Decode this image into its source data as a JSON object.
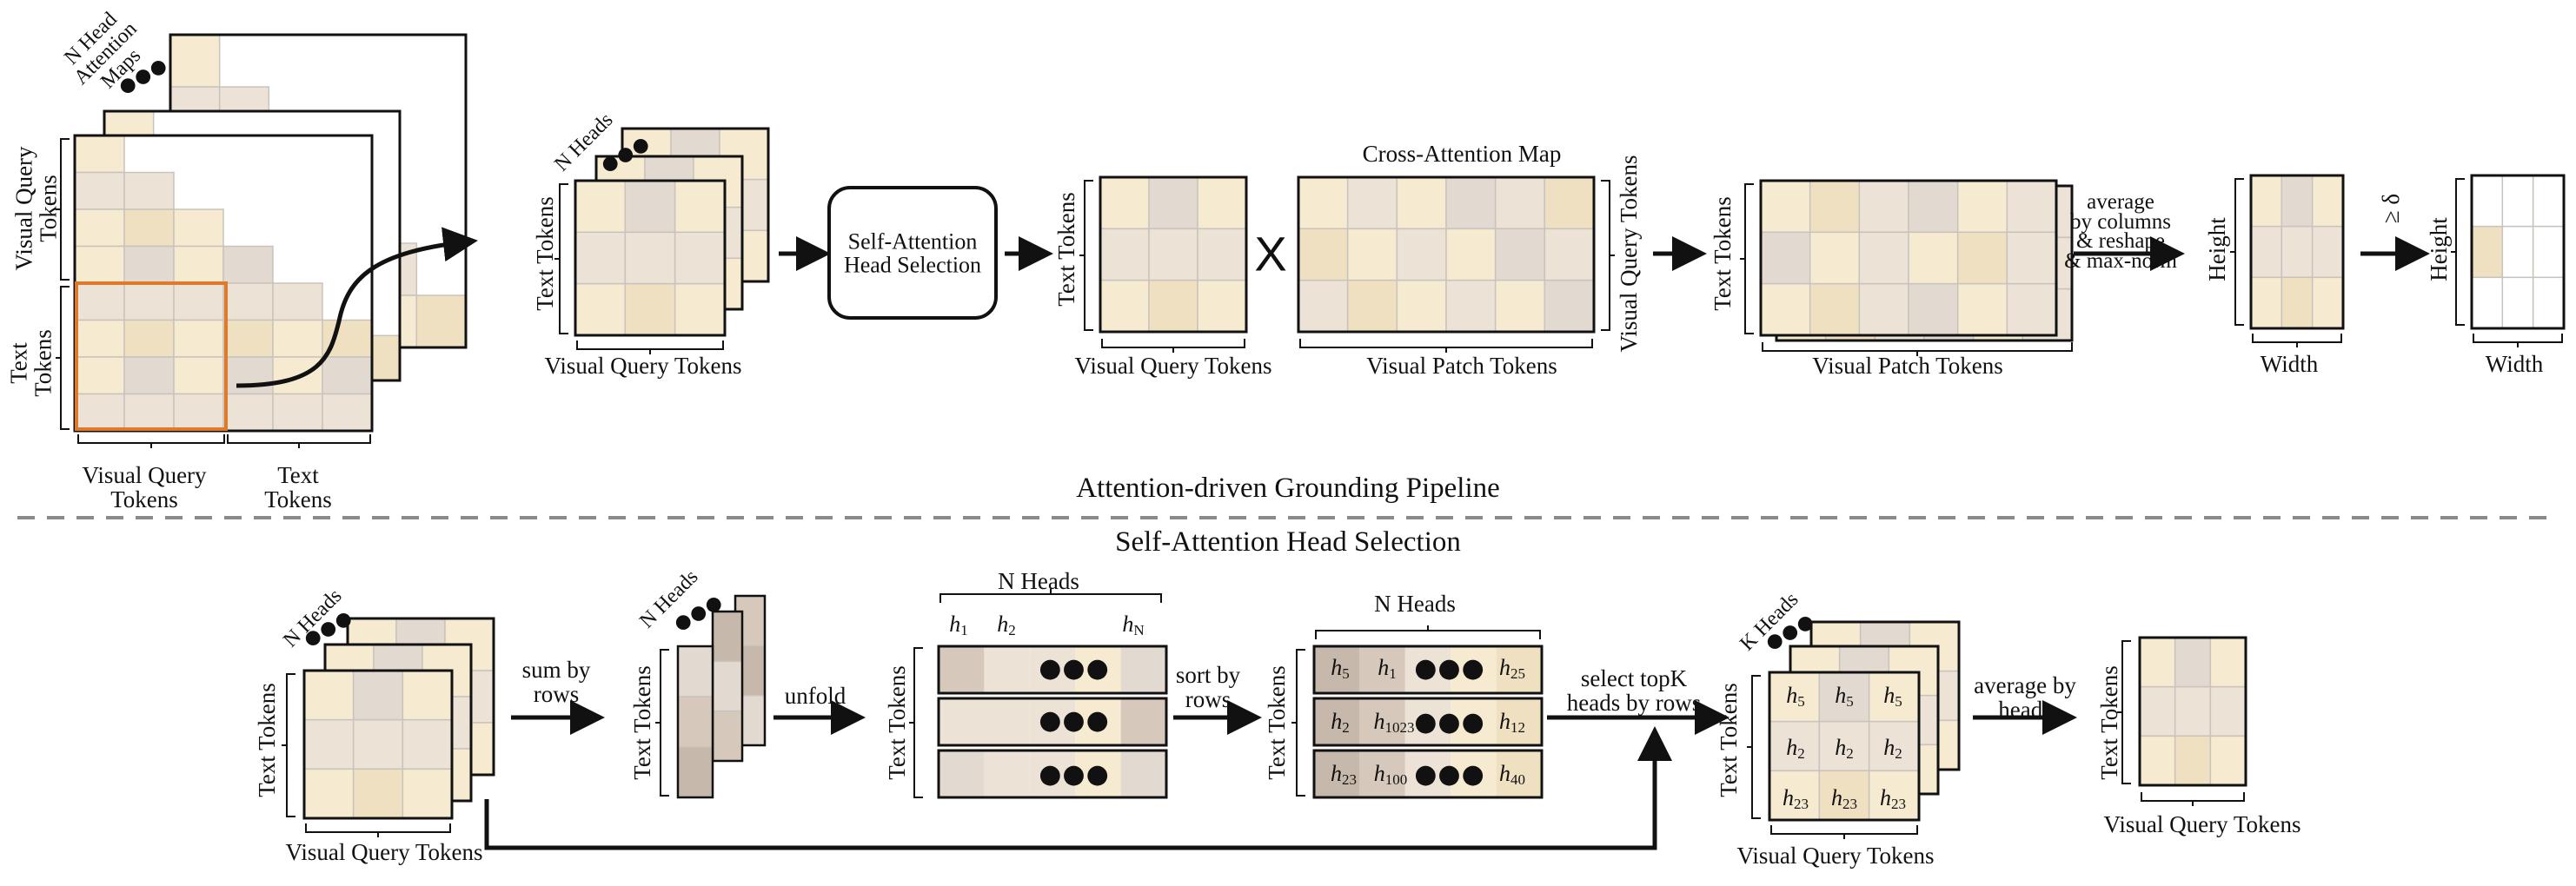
{
  "colors": {
    "cream": "#f6ead0",
    "sand": "#efe0c1",
    "light": "#ece2d6",
    "grey": "#e2dad1",
    "taupe": "#d6c9bc",
    "dark": "#c6b8aa",
    "orange": "#e07a2b",
    "grid": "#c8c3bc",
    "ink": "#111111",
    "dash": "#8a8a8a"
  },
  "top": {
    "n_head_attention_maps": "N Head\nAttention\nMaps",
    "visual_query_tokens_v": "Visual Query\nTokens",
    "text_tokens_v": "Text\nTokens",
    "visual_query_tokens_b": "Visual Query\nTokens",
    "text_tokens_b": "Text\nTokens",
    "n_heads": "N Heads",
    "text_tokens_1": "Text Tokens",
    "visual_query_tokens_1": "Visual Query Tokens",
    "head_selection_box": "Self-Attention\nHead Selection",
    "text_tokens_2": "Text Tokens",
    "visual_query_tokens_2": "Visual Query Tokens",
    "times": "X",
    "cross_attention_map": "Cross-Attention Map",
    "visual_query_tokens_3": "Visual Query Tokens",
    "visual_patch_tokens_1": "Visual Patch Tokens",
    "text_tokens_3": "Text Tokens",
    "visual_patch_tokens_2": "Visual Patch Tokens",
    "average_label": "average\nby columns\n& reshape\n& max-norm",
    "height_1": "Height",
    "width_1": "Width",
    "threshold": "≥ δ",
    "height_2": "Height",
    "width_2": "Width"
  },
  "pipeline_title": "Attention-driven Grounding Pipeline",
  "bottom": {
    "title": "Self-Attention Head Selection",
    "n_heads_1": "N Heads",
    "text_tokens_1": "Text Tokens",
    "visual_query_tokens_1": "Visual Query Tokens",
    "sum_by_rows": "sum by\nrows",
    "n_heads_2": "N Heads",
    "text_tokens_2": "Text Tokens",
    "unfold": "unfold",
    "n_heads_3": "N Heads",
    "text_tokens_3": "Text Tokens",
    "head_labels": [
      "h",
      "h",
      "h"
    ],
    "head_subs": [
      "1",
      "2",
      "N"
    ],
    "sort_by_rows": "sort by\nrows",
    "n_heads_4": "N Heads",
    "text_tokens_4": "Text Tokens",
    "sorted_rows": [
      {
        "h": [
          "5",
          "1",
          "25"
        ]
      },
      {
        "h": [
          "2",
          "1023",
          "12"
        ]
      },
      {
        "h": [
          "23",
          "100",
          "40"
        ]
      }
    ],
    "select_topk": "select topK\nheads by rows",
    "k_heads": "K Heads",
    "text_tokens_5": "Text Tokens",
    "visual_query_tokens_5": "Visual Query Tokens",
    "k_grid": [
      [
        "5",
        "5",
        "5"
      ],
      [
        "2",
        "2",
        "2"
      ],
      [
        "23",
        "23",
        "23"
      ]
    ],
    "average_by_heads": "average by\nheads",
    "text_tokens_6": "Text Tokens",
    "visual_query_tokens_6": "Visual Query Tokens",
    "ellipsis": "●●●"
  }
}
